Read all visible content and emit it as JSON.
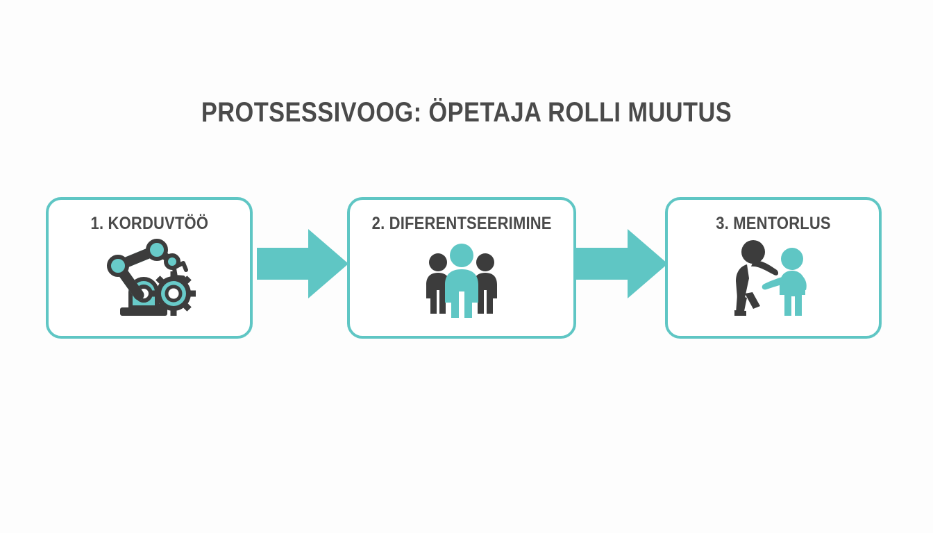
{
  "colors": {
    "teal": "#5fc6c4",
    "teal_light": "#6fcdcb",
    "dark": "#3c3c3c",
    "text_dark": "#4a4a4a",
    "background": "#fdfdfd",
    "box_fill": "#ffffff"
  },
  "diagram": {
    "type": "process-flow",
    "title": "PROTSESSIVOOG: ÖPETAJA ROLLI MUUTUS",
    "orientation": "horizontal",
    "step_count": 3,
    "connector_count": 2,
    "steps": [
      {
        "number": "1.",
        "label": "1. KORDUVTÖÖ",
        "icon_name": "robotic-arm-gear-icon"
      },
      {
        "number": "2.",
        "label": "2. DIFERENTSEERIMINE",
        "icon_name": "three-people-group-icon"
      },
      {
        "number": "3.",
        "label": "3. MENTORLUS",
        "icon_name": "mentor-mentee-icon"
      }
    ],
    "connectors": [
      {
        "icon_name": "right-arrow-icon",
        "from": "1. KORDUVTÖÖ",
        "to": "2. DIFERENTSEERIMINE"
      },
      {
        "icon_name": "right-arrow-icon",
        "from": "2. DIFERENTSEERIMINE",
        "to": "3. MENTORLUS"
      }
    ]
  }
}
